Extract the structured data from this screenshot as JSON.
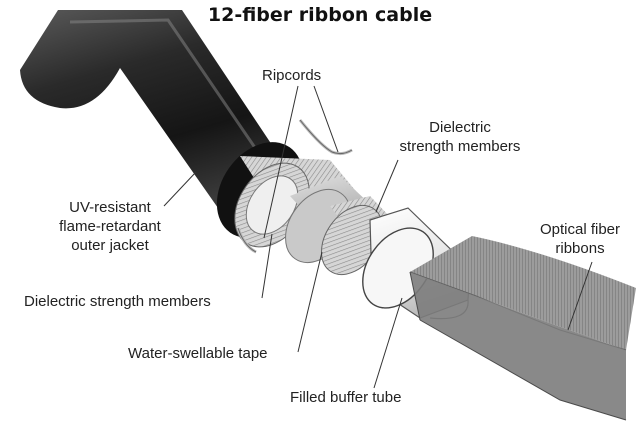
{
  "title": "12-fiber ribbon cable",
  "labels": {
    "ripcords": "Ripcords",
    "dielectric_top_1": "Dielectric",
    "dielectric_top_2": "strength members",
    "jacket_1": "UV-resistant",
    "jacket_2": "flame-retardant",
    "jacket_3": "outer jacket",
    "fiber_1": "Optical fiber",
    "fiber_2": "ribbons",
    "dielectric_bottom": "Dielectric strength members",
    "tape": "Water-swellable tape",
    "buffer": "Filled buffer tube"
  },
  "colors": {
    "jacket": "#2a2a2a",
    "strength": "#d8d8d8",
    "tape": "#bdbdbd",
    "tube": "#f2f2f2",
    "ribbon": "#9a9a9a"
  }
}
